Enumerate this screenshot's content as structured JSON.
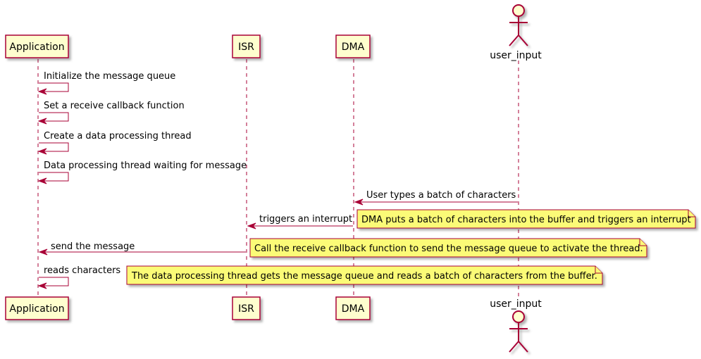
{
  "participants": {
    "application": "Application",
    "isr": "ISR",
    "dma": "DMA",
    "user_input": "user_input"
  },
  "messages": [
    "Initialize the message queue",
    "Set a receive callback function",
    "Create a data processing thread",
    "Data processing thread waiting for message",
    "User types a batch of characters",
    "triggers an interrupt",
    "send the message",
    "reads characters"
  ],
  "notes": [
    "DMA puts a batch of characters into the buffer and triggers an interrupt",
    "Call the receive callback function to send the message queue to activate the thread.",
    "The data processing thread gets the message queue and reads a batch of characters from the buffer."
  ],
  "colors": {
    "participant_fill": "#FEFECE",
    "border": "#A80036",
    "note_fill": "#FBFB77"
  }
}
